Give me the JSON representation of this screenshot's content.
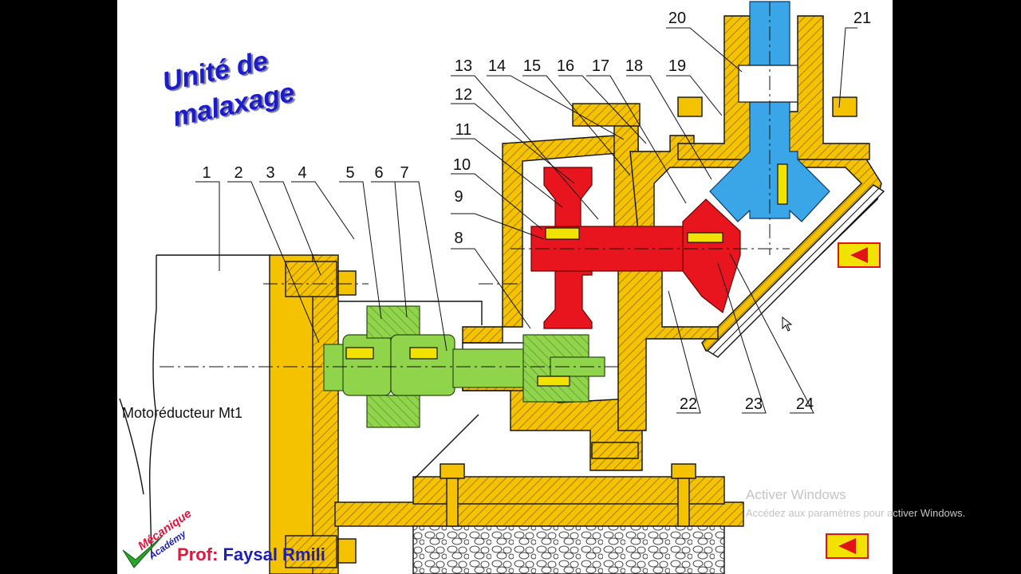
{
  "title": {
    "line1": "Unité de",
    "line2": "malaxage"
  },
  "part_numbers": [
    "1",
    "2",
    "3",
    "4",
    "5",
    "6",
    "7",
    "8",
    "9",
    "10",
    "11",
    "12",
    "13",
    "14",
    "15",
    "16",
    "17",
    "18",
    "19",
    "20",
    "21",
    "22",
    "23",
    "24"
  ],
  "motor_label": "Motoréducteur Mt1",
  "author": {
    "prefix": "Prof:",
    "name": "Faysal Rmili"
  },
  "logo": {
    "line1": "Mécanique",
    "line2": "Académy"
  },
  "watermark": {
    "line1": "Activer Windows",
    "line2": "Accédez aux paramètres pour activer Windows."
  },
  "nav_icon": "previous-triangle-icon",
  "colors": {
    "housing": "#f5c200",
    "shaft_group": "#8fd44a",
    "gear_group": "#e8141e",
    "output_group": "#3aa6e8",
    "title": "#1d1dc8",
    "nav_fill": "#f2e200",
    "nav_border": "#e01414"
  }
}
